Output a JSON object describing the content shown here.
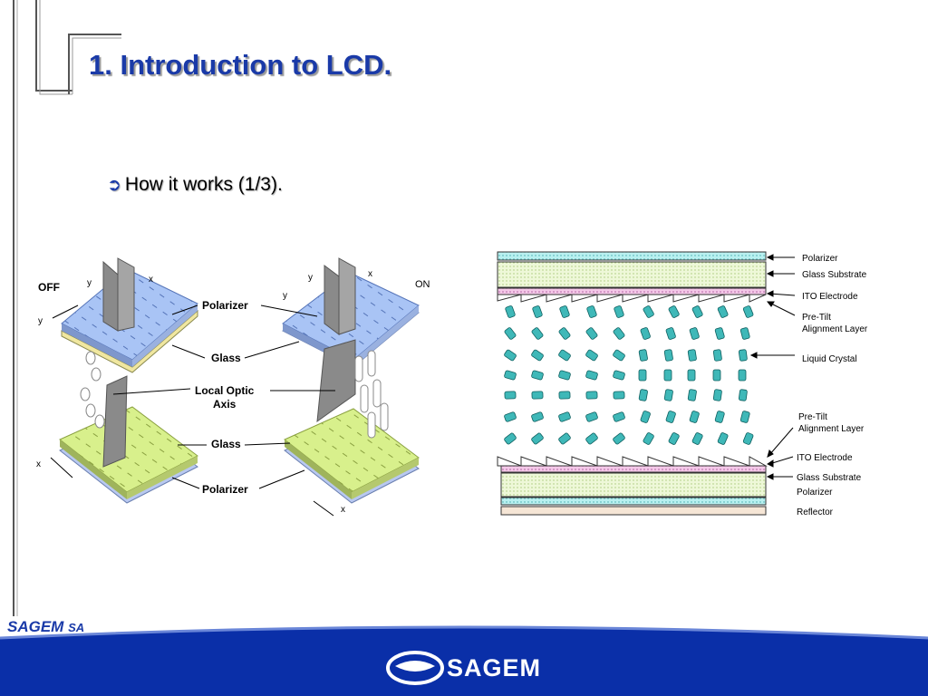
{
  "slide": {
    "title": "1. Introduction to LCD.",
    "bullet": "How it works (1/3)."
  },
  "left_diagram": {
    "state_off": "OFF",
    "state_on": "ON",
    "axis_y": "y",
    "axis_x": "x",
    "labels": {
      "polarizer_top": "Polarizer",
      "glass_top": "Glass",
      "local_optic_line1": "Local Optic",
      "local_optic_line2": "Axis",
      "glass_bottom": "Glass",
      "polarizer_bottom": "Polarizer"
    }
  },
  "right_diagram": {
    "labels": {
      "polarizer_top": "Polarizer",
      "glass_substrate_top": "Glass Substrate",
      "ito_top": "ITO Electrode",
      "pretilt_top_1": "Pre-Tilt",
      "pretilt_top_2": "Alignment Layer",
      "liquid_crystal": "Liquid Crystal",
      "pretilt_bottom_1": "Pre-Tilt",
      "pretilt_bottom_2": "Alignment Layer",
      "ito_bottom": "ITO Electrode",
      "glass_substrate_bottom": "Glass Substrate",
      "polarizer_bottom": "Polarizer",
      "reflector": "Reflector"
    }
  },
  "footer": {
    "company": "SAGEM",
    "company_suffix": "SA",
    "logo_text": "SAGEM"
  },
  "colors": {
    "title_blue": "#1a3aa8",
    "polarizer_blue": "#a9c4f5",
    "glass_green": "#d8f08c",
    "lc_teal": "#3fb8b8",
    "footer_blue": "#0a2fa8"
  }
}
